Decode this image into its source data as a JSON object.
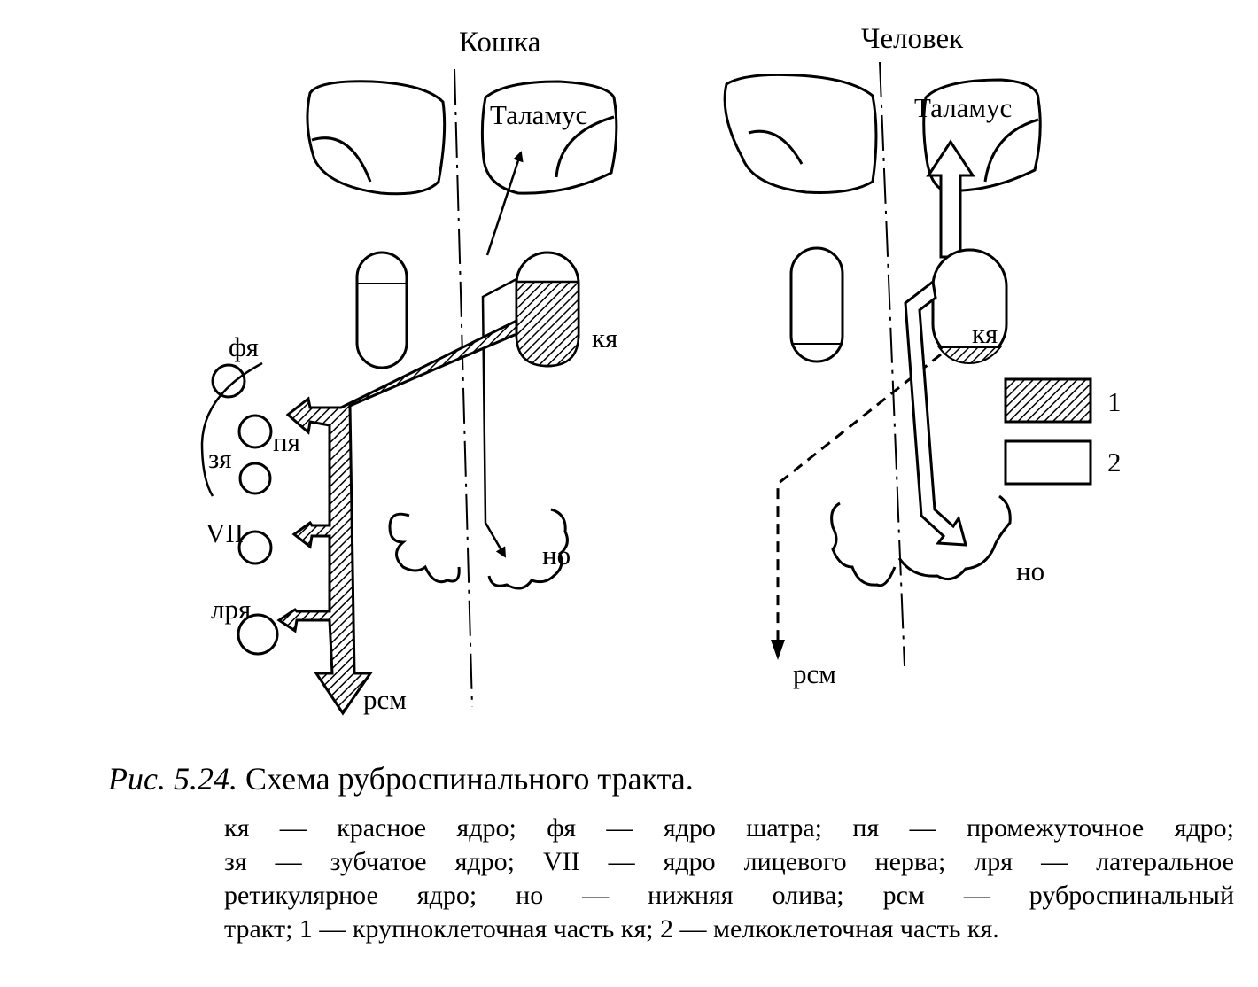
{
  "panels": {
    "left_title": "Кошка",
    "right_title": "Человек"
  },
  "labels": {
    "thalamus": "Таламус",
    "red_nucleus": "кя",
    "fastigial": "фя",
    "interposed": "пя",
    "dentate": "зя",
    "facial": "VII",
    "lateral_reticular": "лря",
    "inferior_olive": "но",
    "rubrospinal": "рсм"
  },
  "legend": {
    "item1": "1",
    "item2": "2"
  },
  "caption": {
    "fig_number": "Рис. 5.24.",
    "title": "Схема руброспинального тракта.",
    "lines": [
      "кя — красное ядро; фя — ядро шатра; пя — промежуточное ядро;",
      "зя — зубчатое ядро; VII — ядро лицевого нерва; лря — латеральное",
      "ретикулярное ядро; но — нижняя олива; рсм — руброспинальный",
      "тракт; 1 — крупноклеточная часть кя; 2 — мелкоклеточная часть кя."
    ]
  },
  "colors": {
    "ink": "#000000",
    "paper": "#ffffff"
  }
}
